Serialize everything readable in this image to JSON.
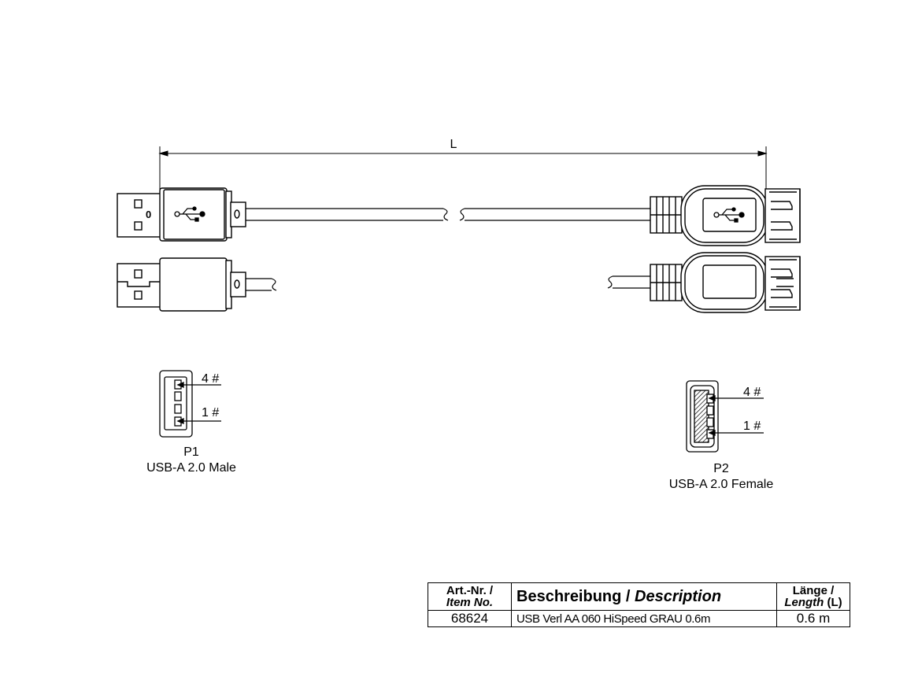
{
  "dimension": {
    "label": "L"
  },
  "ports": {
    "p1": {
      "pin_top": "4 #",
      "pin_bottom": "1 #",
      "name": "P1",
      "desc": "USB-A 2.0 Male"
    },
    "p2": {
      "pin_top": "4 #",
      "pin_bottom": "1 #",
      "name": "P2",
      "desc": "USB-A 2.0 Female"
    }
  },
  "plug_mark": "0",
  "table": {
    "col1_header_line1": "Art.-Nr. /",
    "col1_header_line2": "Item No.",
    "col2_header_a": "Beschreibung / ",
    "col2_header_b": "Description",
    "col3_header_line1": "Länge /",
    "col3_header_line2a": "Length",
    "col3_header_line2b": " (L)",
    "item_no": "68624",
    "description": "USB Verl AA 060 HiSpeed GRAU 0.6m",
    "length": "0.6 m"
  }
}
